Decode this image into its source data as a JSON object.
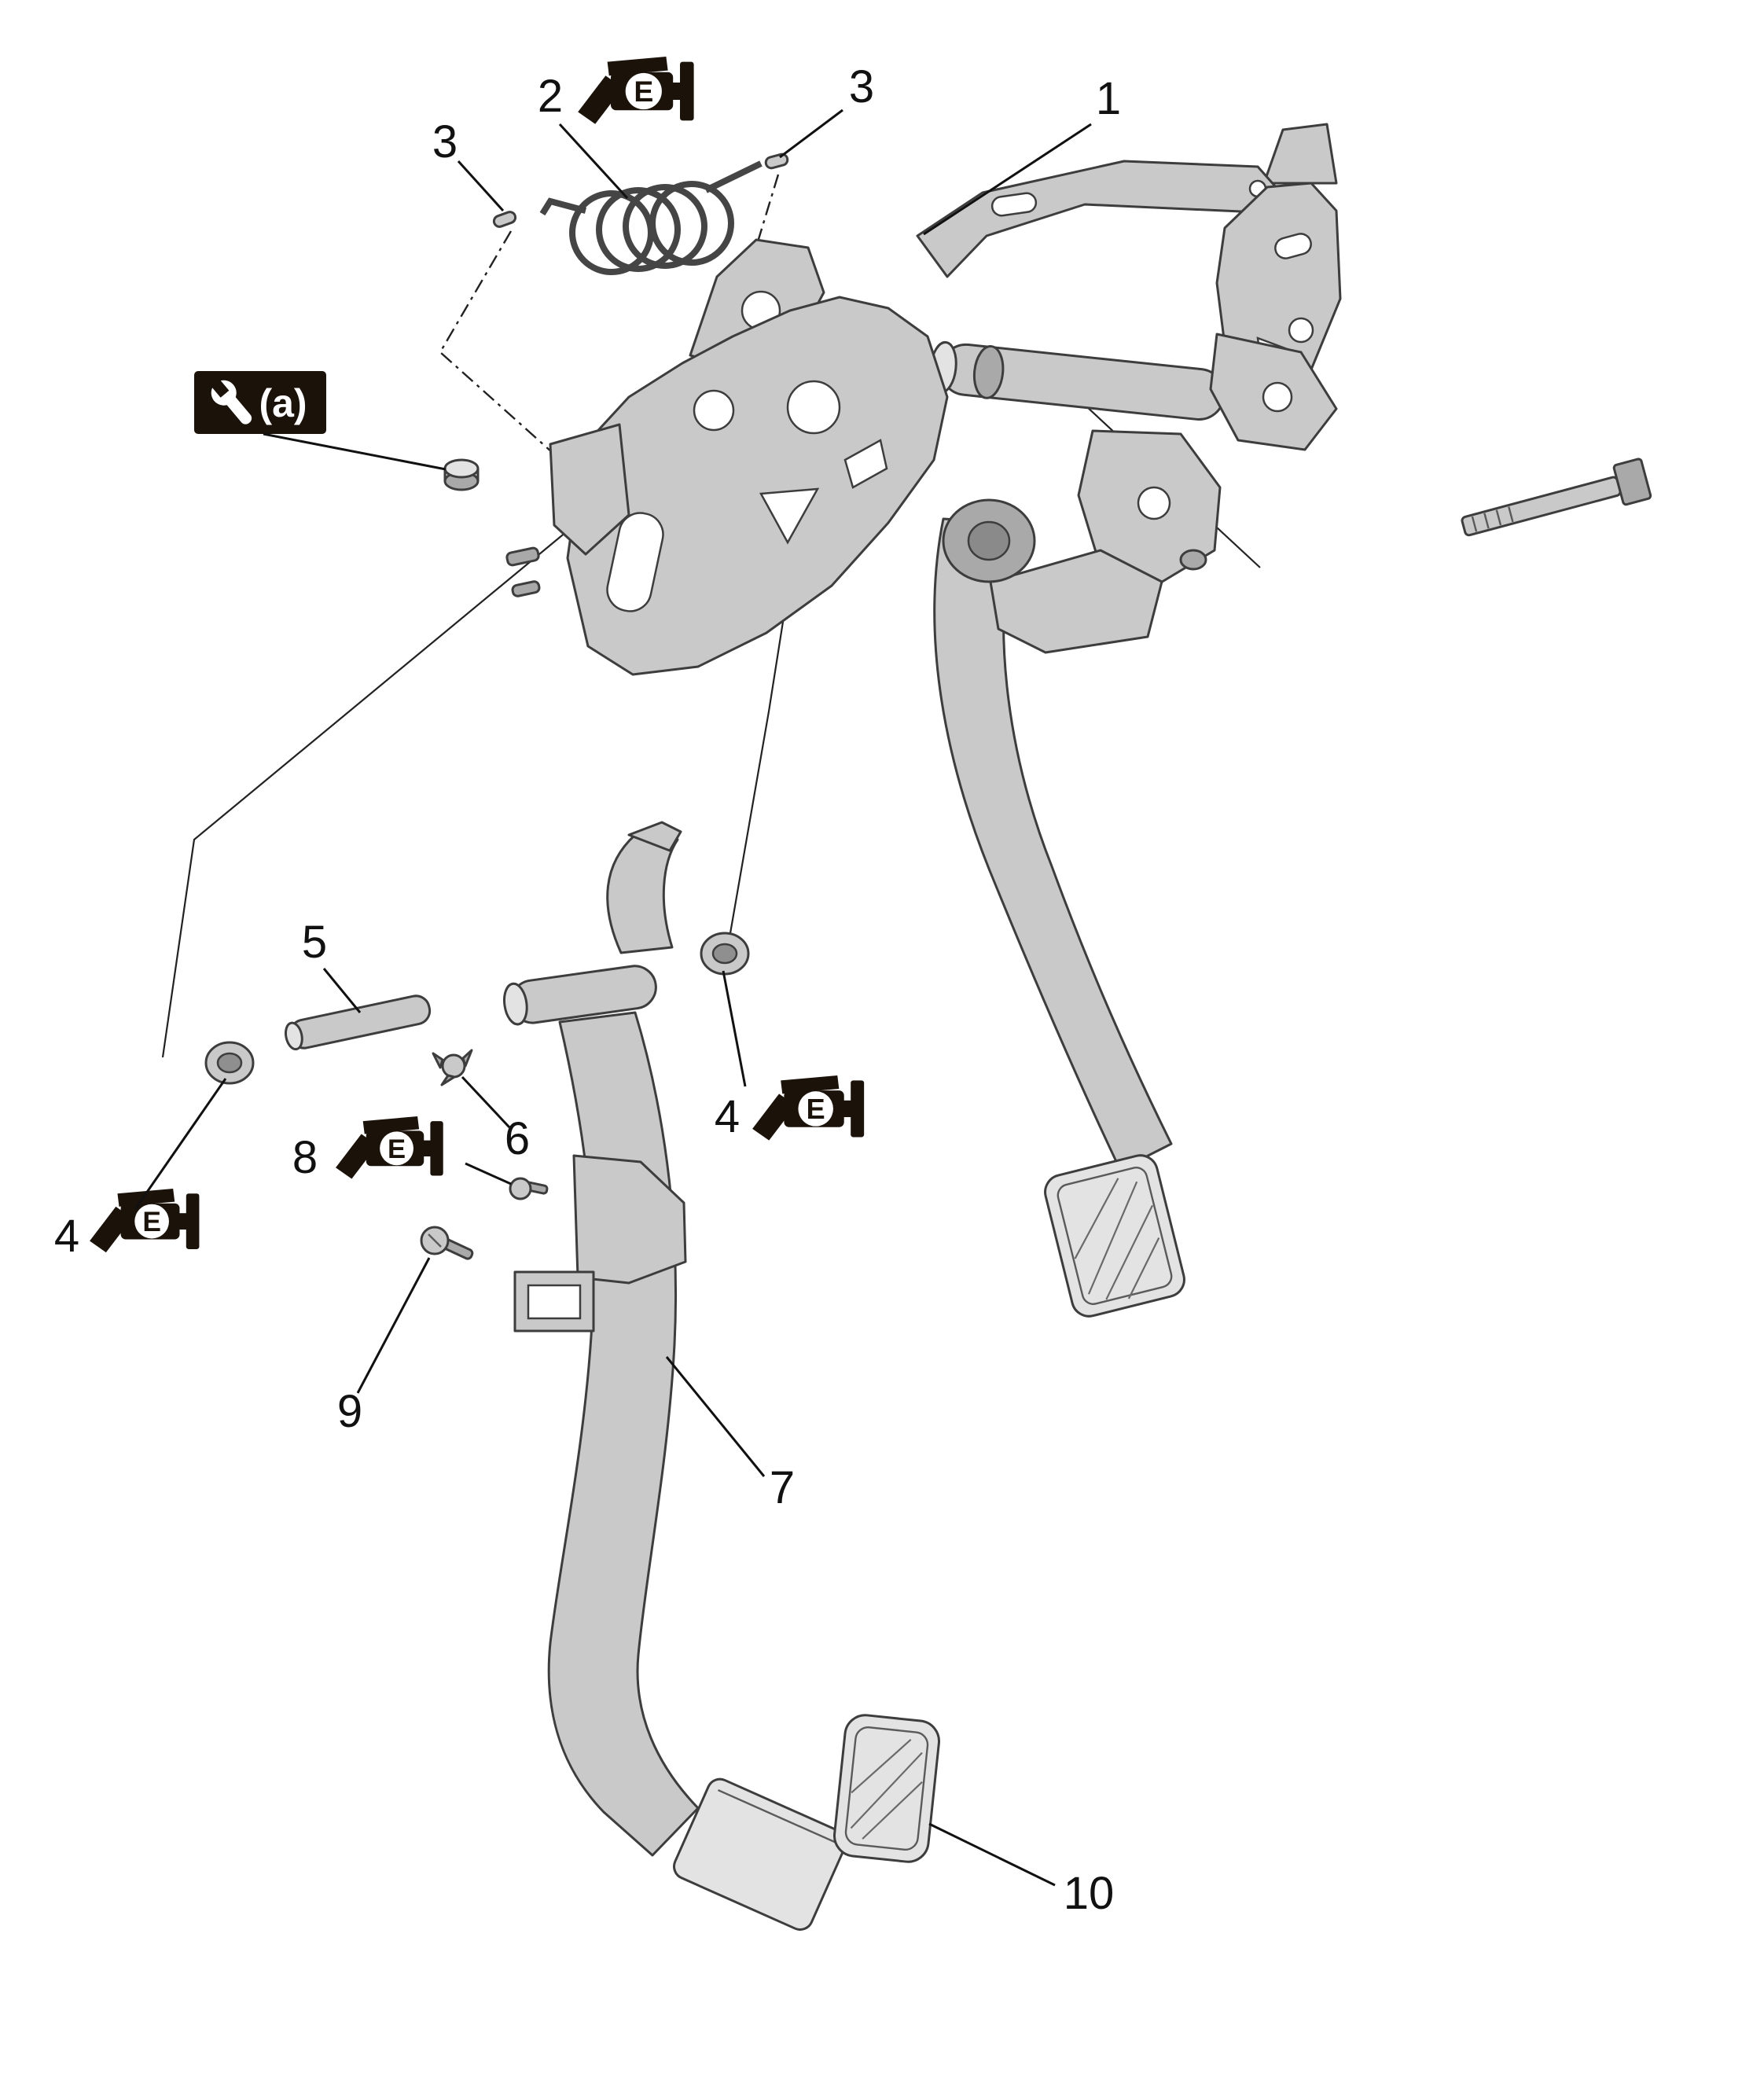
{
  "diagram": {
    "background": "#ffffff",
    "colors": {
      "part_fill": "#c9c9c9",
      "part_fill_dark": "#a9a9a9",
      "part_fill_light": "#e3e3e3",
      "outline": "#3d3d3d",
      "label_color": "#111111",
      "icon_bg": "#1b120a",
      "icon_fg": "#ffffff"
    },
    "callouts": {
      "c1": "1",
      "c2": "2",
      "c3a": "3",
      "c3b": "3",
      "c4a": "4",
      "c4b": "4",
      "c5": "5",
      "c6": "6",
      "c7": "7",
      "c8": "8",
      "c9": "9",
      "c10": "10"
    },
    "icons": {
      "wrench_label": "(a)",
      "grease_label": "E"
    }
  }
}
